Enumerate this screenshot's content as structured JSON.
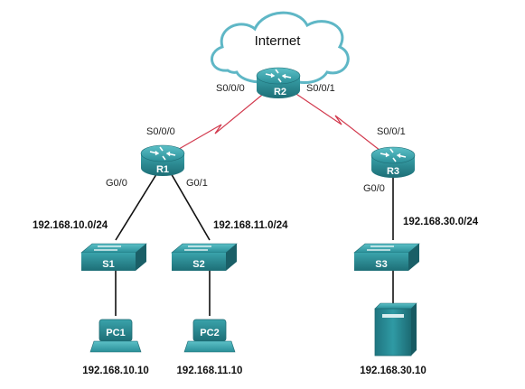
{
  "cloud": {
    "label": "Internet"
  },
  "routers": {
    "r1": "R1",
    "r2": "R2",
    "r3": "R3"
  },
  "switches": {
    "s1": "S1",
    "s2": "S2",
    "s3": "S3"
  },
  "hosts": {
    "pc1": "PC1",
    "pc2": "PC2"
  },
  "interfaces": {
    "r2_left": "S0/0/0",
    "r2_right": "S0/0/1",
    "r1_serial": "S0/0/0",
    "r3_serial": "S0/0/1",
    "r1_g00": "G0/0",
    "r1_g01": "G0/1",
    "r3_g00": "G0/0"
  },
  "networks": {
    "lan1": "192.168.10.0/24",
    "lan2": "192.168.11.0/24",
    "lan3": "192.168.30.0/24"
  },
  "addresses": {
    "pc1": "192.168.10.10",
    "pc2": "192.168.11.10",
    "server": "192.168.30.10"
  },
  "colors": {
    "device_teal": "#2a8b94",
    "device_dark": "#1d6a72",
    "serial_link": "#d23a4e",
    "ethernet_link": "#111111",
    "cloud_outline": "#5fb7c6"
  }
}
